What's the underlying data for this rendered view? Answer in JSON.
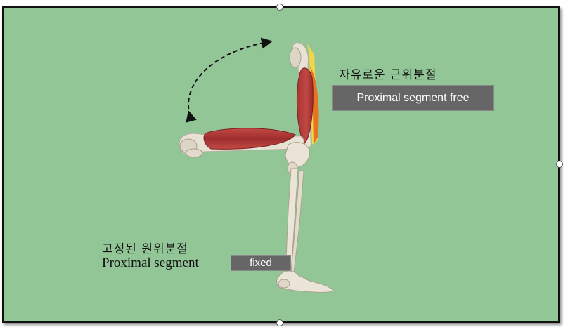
{
  "upper_caption": {
    "korean": "자유로운 근위분절",
    "label_box": "Proximal segment free"
  },
  "lower_caption": {
    "korean": "고정된 원위분절",
    "english": "Proximal segment",
    "label_box": "fixed"
  },
  "colors": {
    "background": "#93c697",
    "label_box": "#666666",
    "muscle": "#b23a3a",
    "bone": "#e8e2d4",
    "tendon": "#f2d64a",
    "highlight": "#e8731f"
  },
  "icons": [
    "curved-double-arrow-icon"
  ]
}
